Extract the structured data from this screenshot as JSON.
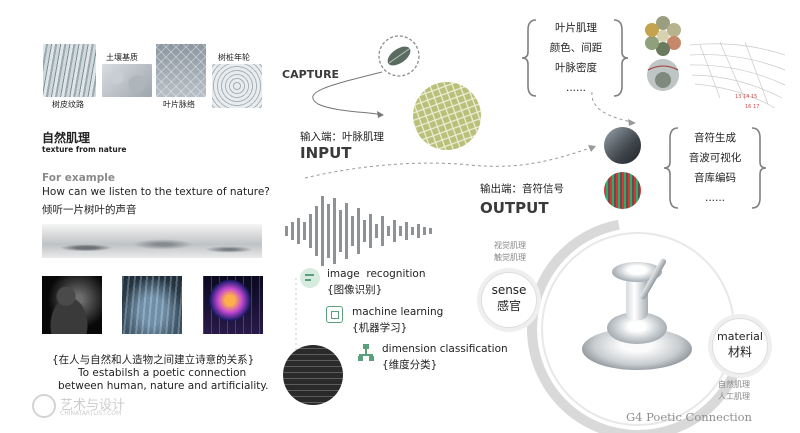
{
  "textures": {
    "bark": "树皮纹路",
    "soil": "土壤基质",
    "leafvein": "叶片脉络",
    "rings": "树桩年轮"
  },
  "nature": {
    "title_cn": "自然肌理",
    "title_en": "texture from nature"
  },
  "example": {
    "label": "For example",
    "question": "How can we listen to the texture of nature?",
    "question_cn": "倾听一片树叶的声音"
  },
  "connection": {
    "cn": "{在人与自然和人造物之间建立诗意的关系}",
    "en_line1": "To estabilsh a poetic connection",
    "en_line2": "between human, nature and artificiality."
  },
  "flow": {
    "capture": "CAPTURE",
    "input_cn": "输入端：叶脉肌理",
    "input": "INPUT",
    "output_cn": "输出端：音符信号",
    "output": "OUTPUT"
  },
  "methods": [
    {
      "en": "image  recognition",
      "cn": "{图像识别}",
      "icon": "image-recognition-icon"
    },
    {
      "en": "machine learning",
      "cn": "{机器学习}",
      "icon": "machine-learning-icon"
    },
    {
      "en": "dimension classification",
      "cn": "{维度分类}",
      "icon": "hierarchy-icon"
    }
  ],
  "leaf_features": [
    "叶片肌理",
    "颜色、间距",
    "叶脉密度",
    "......"
  ],
  "sound_features": [
    "音符生成",
    "音波可视化",
    "音库编码",
    "......"
  ],
  "product": {
    "visual_texture": "视觉肌理",
    "touch_texture": "触觉肌理",
    "sense_en": "sense",
    "sense_cn": "感官",
    "material_en": "material",
    "material_cn": "材料",
    "natural_texture": "自然肌理",
    "artificial_texture": "人工肌理"
  },
  "footer": {
    "title": "G4 Poetic Connection",
    "watermark": "艺术与设计",
    "watermark_sub": "CHINATARTLIST.COM"
  },
  "colors": {
    "accent_green": "#5aa07a",
    "arc_grey": "#d6d6d6",
    "dashed": "#9a9a9a"
  }
}
